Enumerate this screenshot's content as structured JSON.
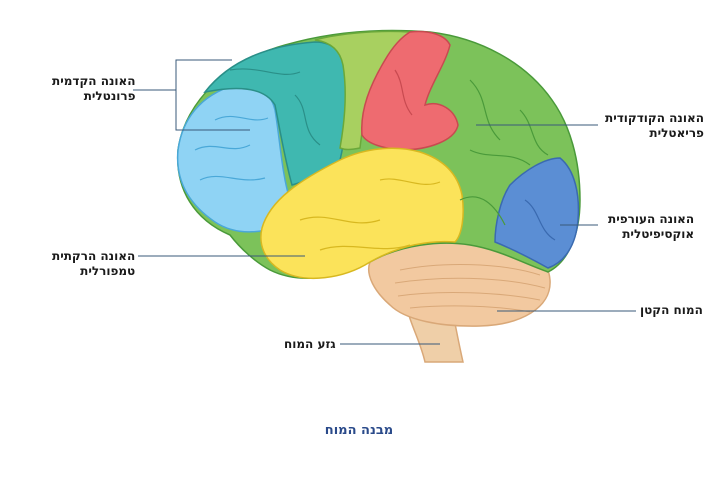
{
  "labels": {
    "frontal_1": "האונה הקדמית",
    "frontal_2": "פרונטלית",
    "parietal_1": "האונה הקודקודית",
    "parietal_2": "פריאטלית",
    "occipital_1": "האונה העורפית",
    "occipital_2": "אוקסיפיטלית",
    "temporal_1": "האונה הרקתית",
    "temporal_2": "טמפורלית",
    "cerebellum": "המוח הקטן",
    "brainstem": "גזע המוח"
  },
  "caption": "מבנה המוח",
  "colors": {
    "frontal_light": "#8fd3f4",
    "frontal_teal": "#3fb8b0",
    "motor_green": "#a8d060",
    "sensory_red": "#ee6b70",
    "parietal": "#7cc25a",
    "temporal": "#fbe35a",
    "occipital": "#5b8ed4",
    "cerebellum": "#f2c9a0",
    "brainstem": "#efcfa8",
    "caption": "#2a4a8a"
  }
}
